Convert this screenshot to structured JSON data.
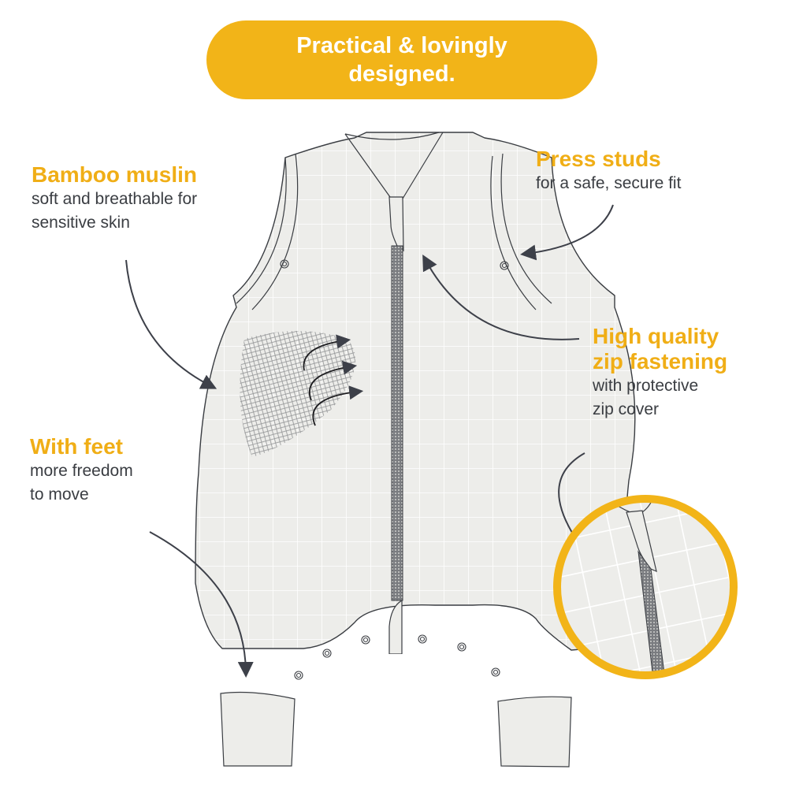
{
  "banner": {
    "text": "Practical & lovingly designed."
  },
  "callouts": [
    {
      "id": "bamboo-muslin",
      "title": "Bamboo muslin",
      "desc_lines": [
        "soft and breathable for",
        "sensitive skin"
      ]
    },
    {
      "id": "press-studs",
      "title": "Press studs",
      "desc_lines": [
        "for a safe, secure fit"
      ]
    },
    {
      "id": "zip-fastening",
      "title_lines": [
        "High quality",
        "zip fastening"
      ],
      "desc_lines": [
        "with protective",
        "zip cover"
      ]
    },
    {
      "id": "with-feet",
      "title": "With feet",
      "desc_lines": [
        "more freedom",
        "to move"
      ]
    }
  ],
  "colors": {
    "accent": "#f2b418",
    "title_text": "#f0ae16",
    "body_text": "#3a3d42",
    "garment_fill": "#ededea",
    "outline": "#3a3d42",
    "arrow": "#3d4049"
  },
  "illustration": {
    "subject": "sleeveless sleep suit with feet",
    "icons": [
      "arrow-icon",
      "zip-detail-magnifier"
    ]
  }
}
